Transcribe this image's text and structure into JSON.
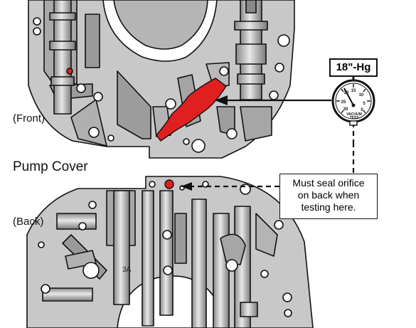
{
  "labels": {
    "front": "(Front)",
    "back": "(Back)",
    "pump_cover": "Pump Cover",
    "gauge_reading": "18\"-Hg",
    "callout": [
      "Must seal orifice",
      "on back when",
      "testing here."
    ]
  },
  "gauge": {
    "scale": [
      "20",
      "15",
      "10",
      "5",
      "0",
      "25",
      "30"
    ],
    "caption": [
      "VACUUM",
      "TEST"
    ]
  },
  "casting_mark": "3A",
  "colors": {
    "highlight": "#e02020",
    "casting": "#c8c8c8",
    "casting_dark": "#8e8e8e",
    "line": "#111111"
  }
}
